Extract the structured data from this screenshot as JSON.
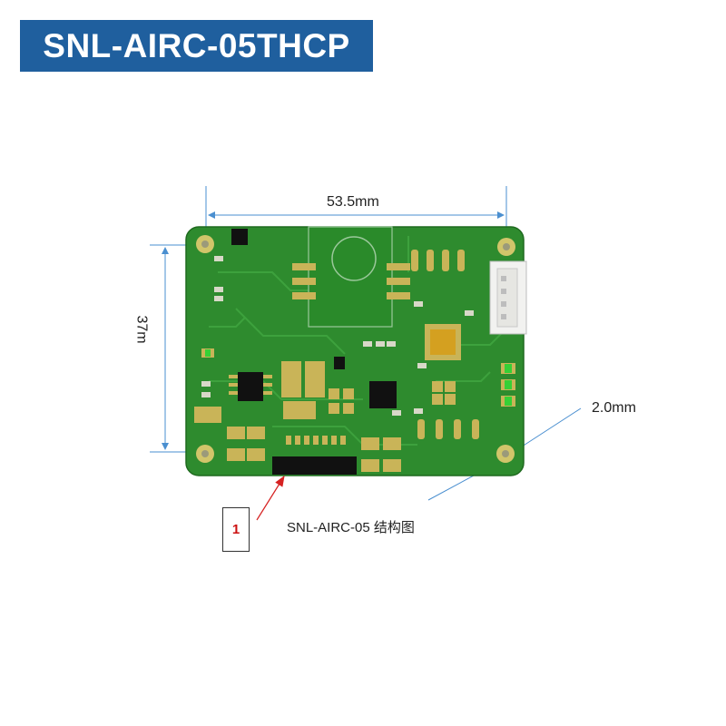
{
  "title": "SNL-AIRC-05THCP",
  "dimensions": {
    "width_label": "53.5mm",
    "height_label": "37m",
    "hole_label": "2.0mm"
  },
  "callout": {
    "number": "1"
  },
  "caption": "SNL-AIRC-05  结构图",
  "colors": {
    "banner": "#1f5f9e",
    "pcb": "#2e8b2e",
    "pad": "#c9b458",
    "dimension_line": "#4a8fd0",
    "callout_arrow": "#d62222"
  }
}
